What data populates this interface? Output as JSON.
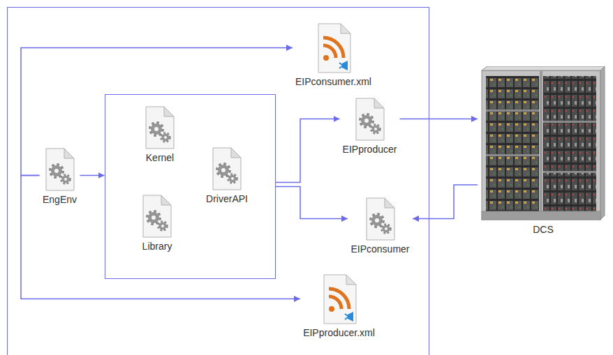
{
  "diagram": {
    "nodes": [
      {
        "text": []
      },
      {
        "text": [
          "EIPconsumer.xml"
        ],
        "in": 0
      },
      {
        "text": [
          "EngEnv"
        ],
        "in": 0
      },
      {
        "text": [],
        "in": 0
      },
      {
        "text": [
          "Kernel"
        ],
        "in": 3
      },
      {
        "text": [
          "DriverAPI"
        ],
        "in": 3
      },
      {
        "text": [
          "Library"
        ],
        "in": 3
      },
      {
        "text": [
          "EIPproducer"
        ],
        "in": 0
      },
      {
        "text": [
          "EIPconsumer"
        ],
        "in": 0
      },
      {
        "text": [
          "EIPproducer.xml"
        ],
        "in": 0
      },
      {
        "text": [
          "DCS"
        ]
      }
    ],
    "edges": [
      {
        "from": 2,
        "to": 1,
        "arrow": "to"
      },
      {
        "from": 2,
        "to": 3,
        "arrow": "to"
      },
      {
        "from": 2,
        "to": 9,
        "arrow": "to"
      },
      {
        "from": 3,
        "to": 7,
        "arrow": "to"
      },
      {
        "from": 3,
        "to": 8,
        "arrow": "to"
      },
      {
        "from": 7,
        "to": 10,
        "arrow": "to"
      },
      {
        "from": 10,
        "to": 8,
        "arrow": "to"
      }
    ]
  }
}
